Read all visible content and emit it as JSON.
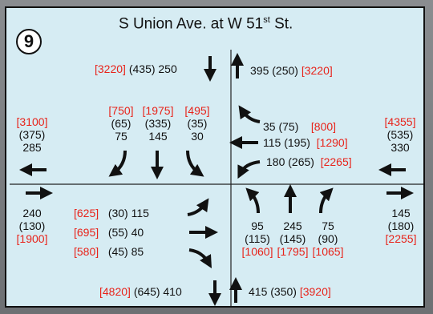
{
  "intersection_number": "9",
  "title": {
    "prefix": "S Union Ave. at W 51",
    "sup": "st",
    "suffix": " St."
  },
  "north": {
    "out": {
      "red": "[3220]",
      "black": "(435) 250"
    },
    "in": {
      "black": "395 (250)",
      "red": "[3220]"
    },
    "movements": [
      {
        "red": "[750]",
        "paren": "(65)",
        "val": "75"
      },
      {
        "red": "[1975]",
        "paren": "(335)",
        "val": "145"
      },
      {
        "red": "[495]",
        "paren": "(35)",
        "val": "30"
      }
    ]
  },
  "west": {
    "out": {
      "red": "[3100]",
      "paren": "(375)",
      "val": "285"
    },
    "in": {
      "val": "240",
      "paren": "(130)",
      "red": "[1900]"
    },
    "movements": [
      {
        "red": "[625]",
        "black": "(30)  115"
      },
      {
        "red": "[695]",
        "black": "(55)   40"
      },
      {
        "red": "[580]",
        "black": "(45)  85"
      }
    ]
  },
  "east": {
    "out": {
      "val": "145",
      "paren": "(180)",
      "red": "[2255]"
    },
    "in": {
      "red": "[4355]",
      "paren": "(535)",
      "val": "330"
    },
    "movements": [
      {
        "black": "35  (75)",
        "red": "[800]"
      },
      {
        "black": "115  (195)",
        "red": "[1290]"
      },
      {
        "black": "180 (265)",
        "red": "[2265]"
      }
    ]
  },
  "south": {
    "movements": [
      {
        "val": "95",
        "paren": "(115)",
        "red": "[1060]"
      },
      {
        "val": "245",
        "paren": "(145)",
        "red": "[1795]"
      },
      {
        "val": "75",
        "paren": "(90)",
        "red": "[1065]"
      }
    ],
    "in": {
      "red": "[4820]",
      "black": "(645) 410"
    },
    "out": {
      "black": "415 (350)",
      "red": "[3920]"
    }
  }
}
